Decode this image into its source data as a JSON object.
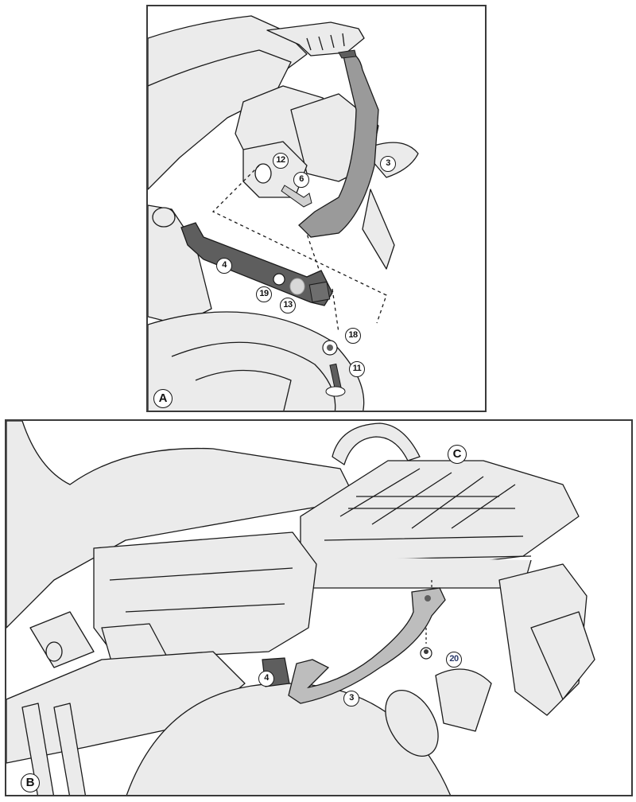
{
  "diagram": {
    "type": "assembly-instructions",
    "subject": "motorcycle rear rack mounting kit",
    "panels": [
      {
        "id": "A",
        "label": "A",
        "callouts": [
          "12",
          "6",
          "3",
          "4",
          "19",
          "13",
          "18",
          "11"
        ]
      },
      {
        "id": "B",
        "label": "B",
        "sublabel": "C",
        "callouts": [
          "4",
          "3",
          "20"
        ]
      }
    ]
  },
  "panelA": {
    "label": "A",
    "callouts": {
      "c12": "12",
      "c6": "6",
      "c3": "3",
      "c4": "4",
      "c19": "19",
      "c13": "13",
      "c18": "18",
      "c11": "11"
    }
  },
  "panelB": {
    "label": "B",
    "rack_label": "C",
    "callouts": {
      "c4": "4",
      "c3": "3",
      "c20": "20"
    }
  },
  "colors": {
    "line": "#1a1a1a",
    "fill_light": "#ebebeb",
    "part_dark": "#5e5e5e",
    "part_mid": "#9a9a9a",
    "part_light": "#bdbdbd"
  }
}
